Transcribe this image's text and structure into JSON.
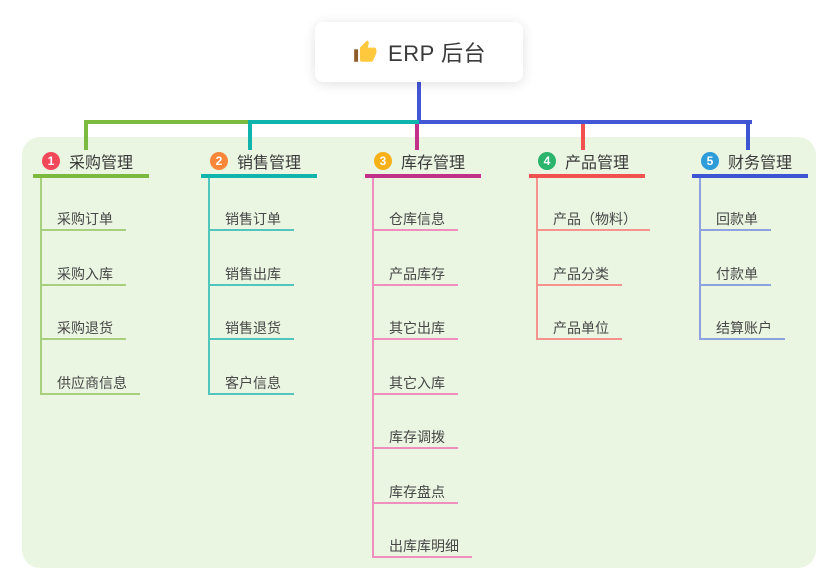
{
  "root": {
    "label": "ERP 后台",
    "icon": "thumbs-up-icon"
  },
  "trunk_color": "#4356D6",
  "panel_color": "#EAF6E2",
  "branches": [
    {
      "num": "1",
      "title": "采购管理",
      "badge_color": "#F2495A",
      "line_color": "#7CB93F",
      "child_line_color": "#A8CF7D",
      "children": [
        "采购订单",
        "采购入库",
        "采购退货",
        "供应商信息"
      ]
    },
    {
      "num": "2",
      "title": "销售管理",
      "badge_color": "#F8873A",
      "line_color": "#0FB5AC",
      "child_line_color": "#52C5BD",
      "children": [
        "销售订单",
        "销售出库",
        "销售退货",
        "客户信息"
      ]
    },
    {
      "num": "3",
      "title": "库存管理",
      "badge_color": "#F7B017",
      "line_color": "#C23189",
      "child_line_color": "#EE8FBE",
      "children": [
        "仓库信息",
        "产品库存",
        "其它出库",
        "其它入库",
        "库存调拨",
        "库存盘点",
        "出库库明细"
      ]
    },
    {
      "num": "4",
      "title": "产品管理",
      "badge_color": "#2AB46C",
      "line_color": "#F1514F",
      "child_line_color": "#F5948F",
      "children": [
        "产品（物料）",
        "产品分类",
        "产品单位"
      ]
    },
    {
      "num": "5",
      "title": "财务管理",
      "badge_color": "#2E9CD9",
      "line_color": "#3C55D2",
      "child_line_color": "#8FA2E0",
      "children": [
        "回款单",
        "付款单",
        "结算账户"
      ]
    }
  ]
}
